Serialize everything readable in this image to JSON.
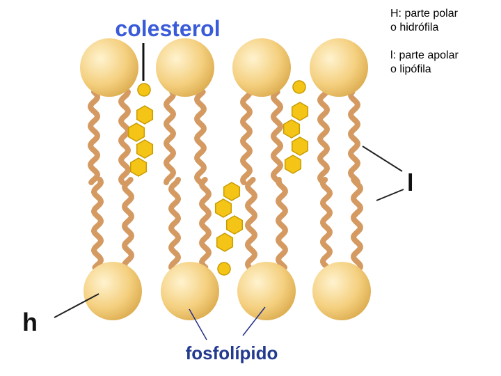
{
  "labels": {
    "cholesterol": "colesterol",
    "phospholipid": "fosfolípido",
    "letter_h": "h",
    "letter_l": "l"
  },
  "legend": {
    "h_line1": "H: parte polar",
    "h_line2": "o hidrófila",
    "l_line1": "l: parte apolar",
    "l_line2": "o lipófila"
  },
  "colors": {
    "polar_head": "#F2CC78",
    "polar_head_light": "#FFF3CF",
    "polar_head_dark": "#D9A84A",
    "lipid_tail": "#D49A62",
    "sterol_ring": "#F4C417",
    "sterol_ring_stroke": "#C89B00",
    "label_blue": "#3A5BD9",
    "label_dark_blue": "#233A8E",
    "pointer_line": "#23308A",
    "bracket_line": "#222222"
  }
}
